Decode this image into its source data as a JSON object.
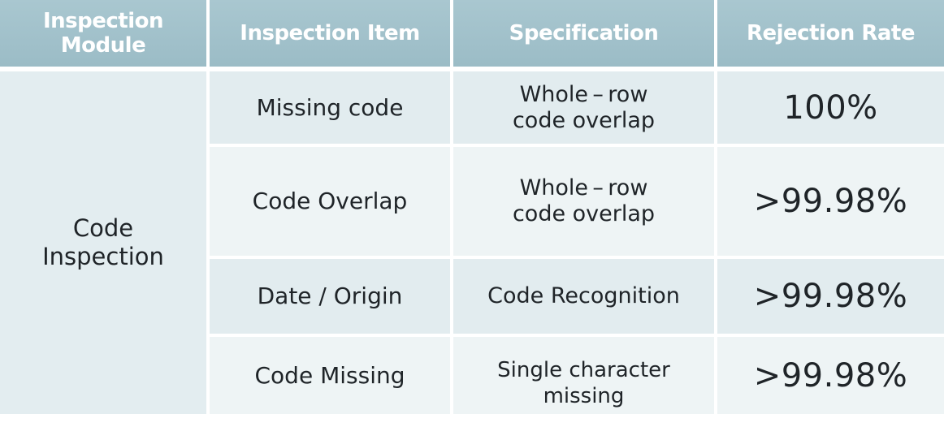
{
  "headers": {
    "module": "Inspection Module",
    "item": "Inspection Item",
    "spec": "Specification",
    "rate": "Rejection Rate"
  },
  "module": {
    "line1": "Code",
    "line2": "Inspection"
  },
  "rows": [
    {
      "item": "Missing code",
      "spec_line1": "Whole – row",
      "spec_line2": "code overlap",
      "rate": "100%"
    },
    {
      "item": "Code Overlap",
      "spec_line1": "Whole – row",
      "spec_line2": "code overlap",
      "rate": ">99.98%"
    },
    {
      "item": "Date / Origin",
      "spec_line1": "Code Recognition",
      "spec_line2": "",
      "rate": ">99.98%"
    },
    {
      "item": "Code Missing",
      "spec_line1": "Single character missing",
      "spec_line2": "",
      "rate": ">99.98%"
    }
  ],
  "colors": {
    "header_bg": "#9fbfc9",
    "row_a_bg": "#e2ecef",
    "row_b_bg": "#eef4f5",
    "text": "#1f2428"
  }
}
